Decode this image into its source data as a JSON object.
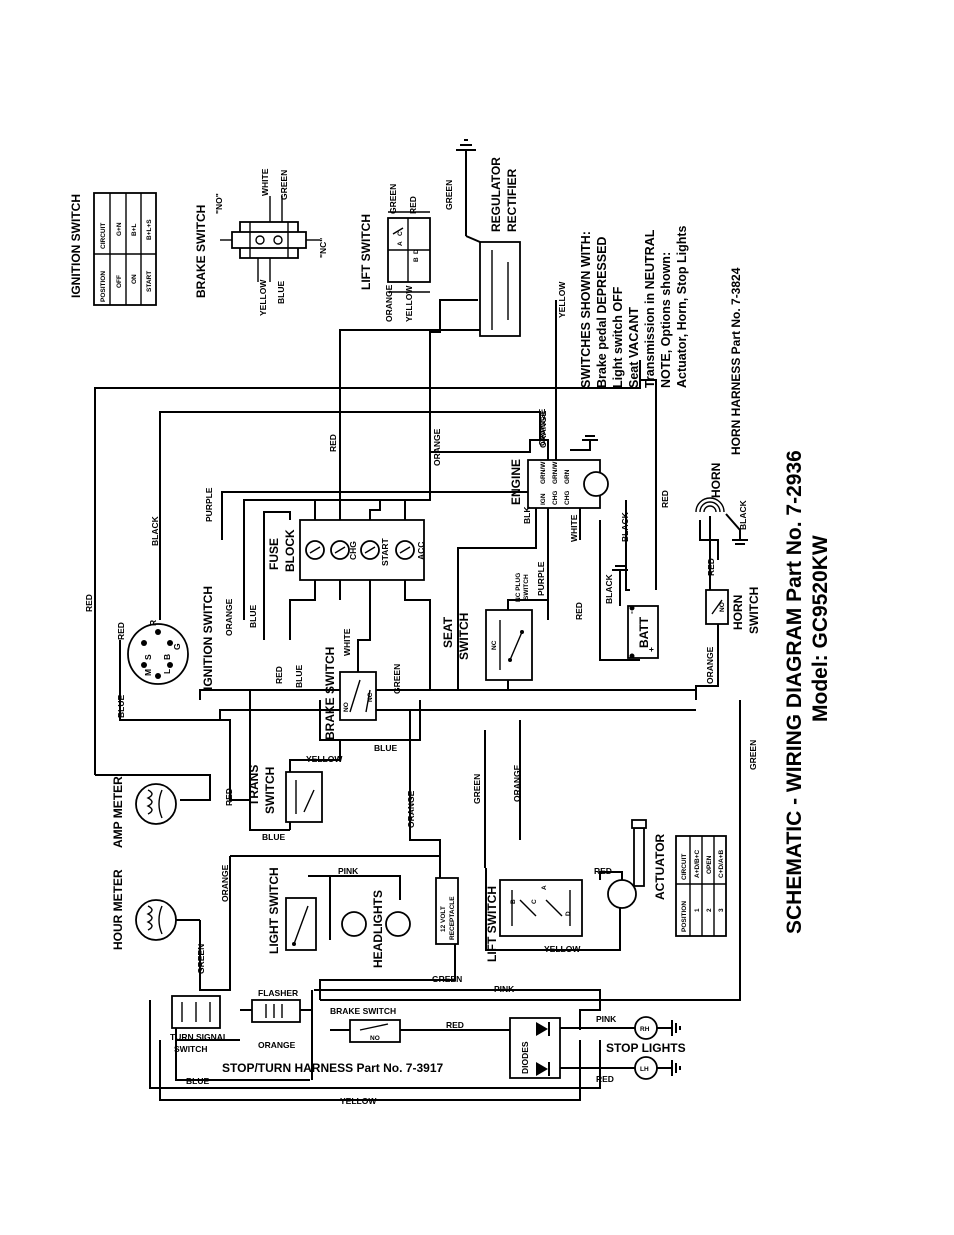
{
  "title": {
    "line1": "SCHEMATIC - WIRING DIAGRAM Part No. 7-2936",
    "line2": "Model: GC9520KW"
  },
  "notes": {
    "heading": "SWITCHES SHOWN WITH:",
    "lines": [
      "Brake pedal DEPRESSED",
      "Light switch OFF",
      "Seat VACANT",
      "Transmission in NEUTRAL",
      "NOTE, Options shown:",
      "Actuator, Horn, Stop Lights"
    ],
    "horn_harness": "HORN HARNESS Part No. 7-3824",
    "stop_turn_harness": "STOP/TURN HARNESS Part No. 7-3917"
  },
  "ignition_table": {
    "caption": "IGNITION SWITCH",
    "headers": [
      "POSITION",
      "CIRCUIT"
    ],
    "rows": [
      [
        "OFF",
        "G+N"
      ],
      [
        "ON",
        "B+L"
      ],
      [
        "START",
        "B+L+S"
      ]
    ]
  },
  "lift_table": {
    "headers": [
      "POSITION",
      "CIRCUIT"
    ],
    "rows": [
      [
        "1",
        "A+D/B+C"
      ],
      [
        "2",
        "OPEN"
      ],
      [
        "3",
        "C+D/A+B"
      ]
    ]
  },
  "components": {
    "brake_switch_top": "BRAKE SWITCH",
    "brake_switch_main": "BRAKE SWITCH",
    "brake_switch_harness": "BRAKE SWITCH",
    "lift_switch_top": "LIFT SWITCH",
    "lift_switch_main": "LIFT SWITCH",
    "regulator": "REGULATOR",
    "rectifier": "RECTIFIER",
    "ignition_switch": "IGNITION SWITCH",
    "fuse": "FUSE",
    "block": "BLOCK",
    "engine": "ENGINE",
    "seat": "SEAT",
    "switch_word": "SWITCH",
    "horn": "HORN",
    "horn_switch": "HORN",
    "batt": "BATT",
    "trans": "TRANS",
    "amp_meter": "AMP METER",
    "hour_meter": "HOUR METER",
    "light_switch": "LIGHT SWITCH",
    "headlights": "HEADLIGHTS",
    "receptacle_1": "12 VOLT",
    "receptacle_2": "RECEPTACLE",
    "actuator": "ACTUATOR",
    "flasher": "FLASHER",
    "turn_signal_1": "TURN SIGNAL",
    "turn_signal_2": "SWITCH",
    "diodes": "DIODES",
    "stop_lights": "STOP LIGHTS",
    "rh": "RH",
    "lh": "LH",
    "nc_plug_1": "NC PLUG",
    "nc_plug_2": "SWITCH"
  },
  "terminals": {
    "fuse": [
      "ACC",
      "START",
      "CHG",
      ""
    ],
    "ign": [
      "R",
      "S",
      "M",
      "G",
      "B",
      "L"
    ],
    "engine": [
      "GRN/W",
      "GRN/W",
      "GRN"
    ],
    "engine_small": [
      "IGN",
      "CHG",
      "CHG"
    ],
    "lift_top": [
      "A",
      "C",
      "B",
      "D"
    ],
    "no": "NO",
    "nc": "NC",
    "no_q": "\"NO\"",
    "nc_q": "\"NC\"",
    "batt_minus": "-",
    "batt_plus": "+"
  },
  "wires": {
    "red": "RED",
    "black": "BLACK",
    "blk": "BLK",
    "purple": "PURPLE",
    "orange": "ORANGE",
    "blue": "BLUE",
    "white": "WHITE",
    "green": "GREEN",
    "yellow": "YELLOW",
    "pink": "PINK"
  }
}
